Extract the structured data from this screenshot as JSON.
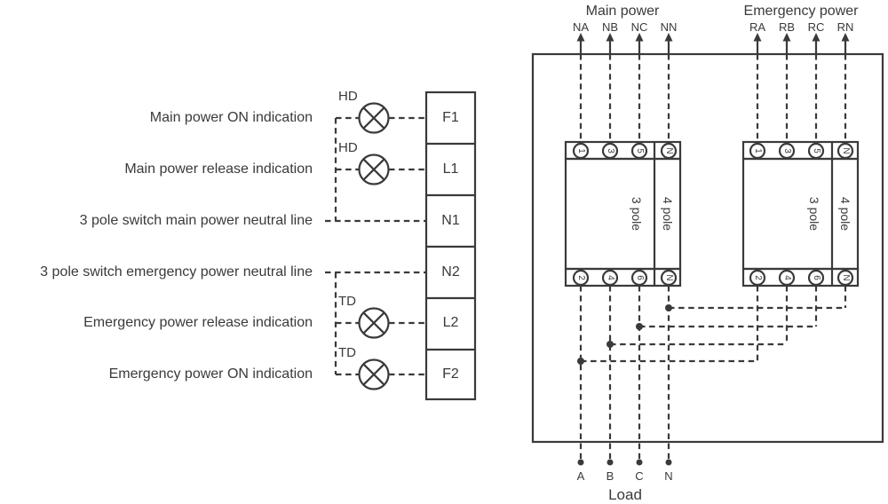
{
  "colors": {
    "line": "#3a3a3a",
    "background": "#ffffff"
  },
  "left_panel": {
    "rows": [
      {
        "label": "Main power ON indication",
        "terminal": "F1",
        "lamp": "HD"
      },
      {
        "label": "Main power release indication",
        "terminal": "L1",
        "lamp": "HD"
      },
      {
        "label": "3 pole switch main power neutral line",
        "terminal": "N1"
      },
      {
        "label": "3 pole switch emergency power neutral line",
        "terminal": "N2"
      },
      {
        "label": "Emergency power release indication",
        "terminal": "L2",
        "lamp": "TD"
      },
      {
        "label": "Emergency power ON indication",
        "terminal": "F2",
        "lamp": "TD"
      }
    ]
  },
  "right_panel": {
    "main": {
      "title": "Main power",
      "terminals": [
        "NA",
        "NB",
        "NC",
        "NN"
      ]
    },
    "emergency": {
      "title": "Emergency power",
      "terminals": [
        "RA",
        "RB",
        "RC",
        "RN"
      ]
    },
    "switch_main": {
      "pole3": "3 pole",
      "pole4": "4 pole",
      "top": [
        "1",
        "3",
        "5",
        "N"
      ],
      "bottom": [
        "2",
        "4",
        "6",
        "N"
      ]
    },
    "switch_emergency": {
      "pole3": "3 pole",
      "pole4": "4 pole",
      "top": [
        "1",
        "3",
        "5",
        "N"
      ],
      "bottom": [
        "2",
        "4",
        "6",
        "N"
      ]
    },
    "load": {
      "label": "Load",
      "terminals": [
        "A",
        "B",
        "C",
        "N"
      ]
    }
  }
}
